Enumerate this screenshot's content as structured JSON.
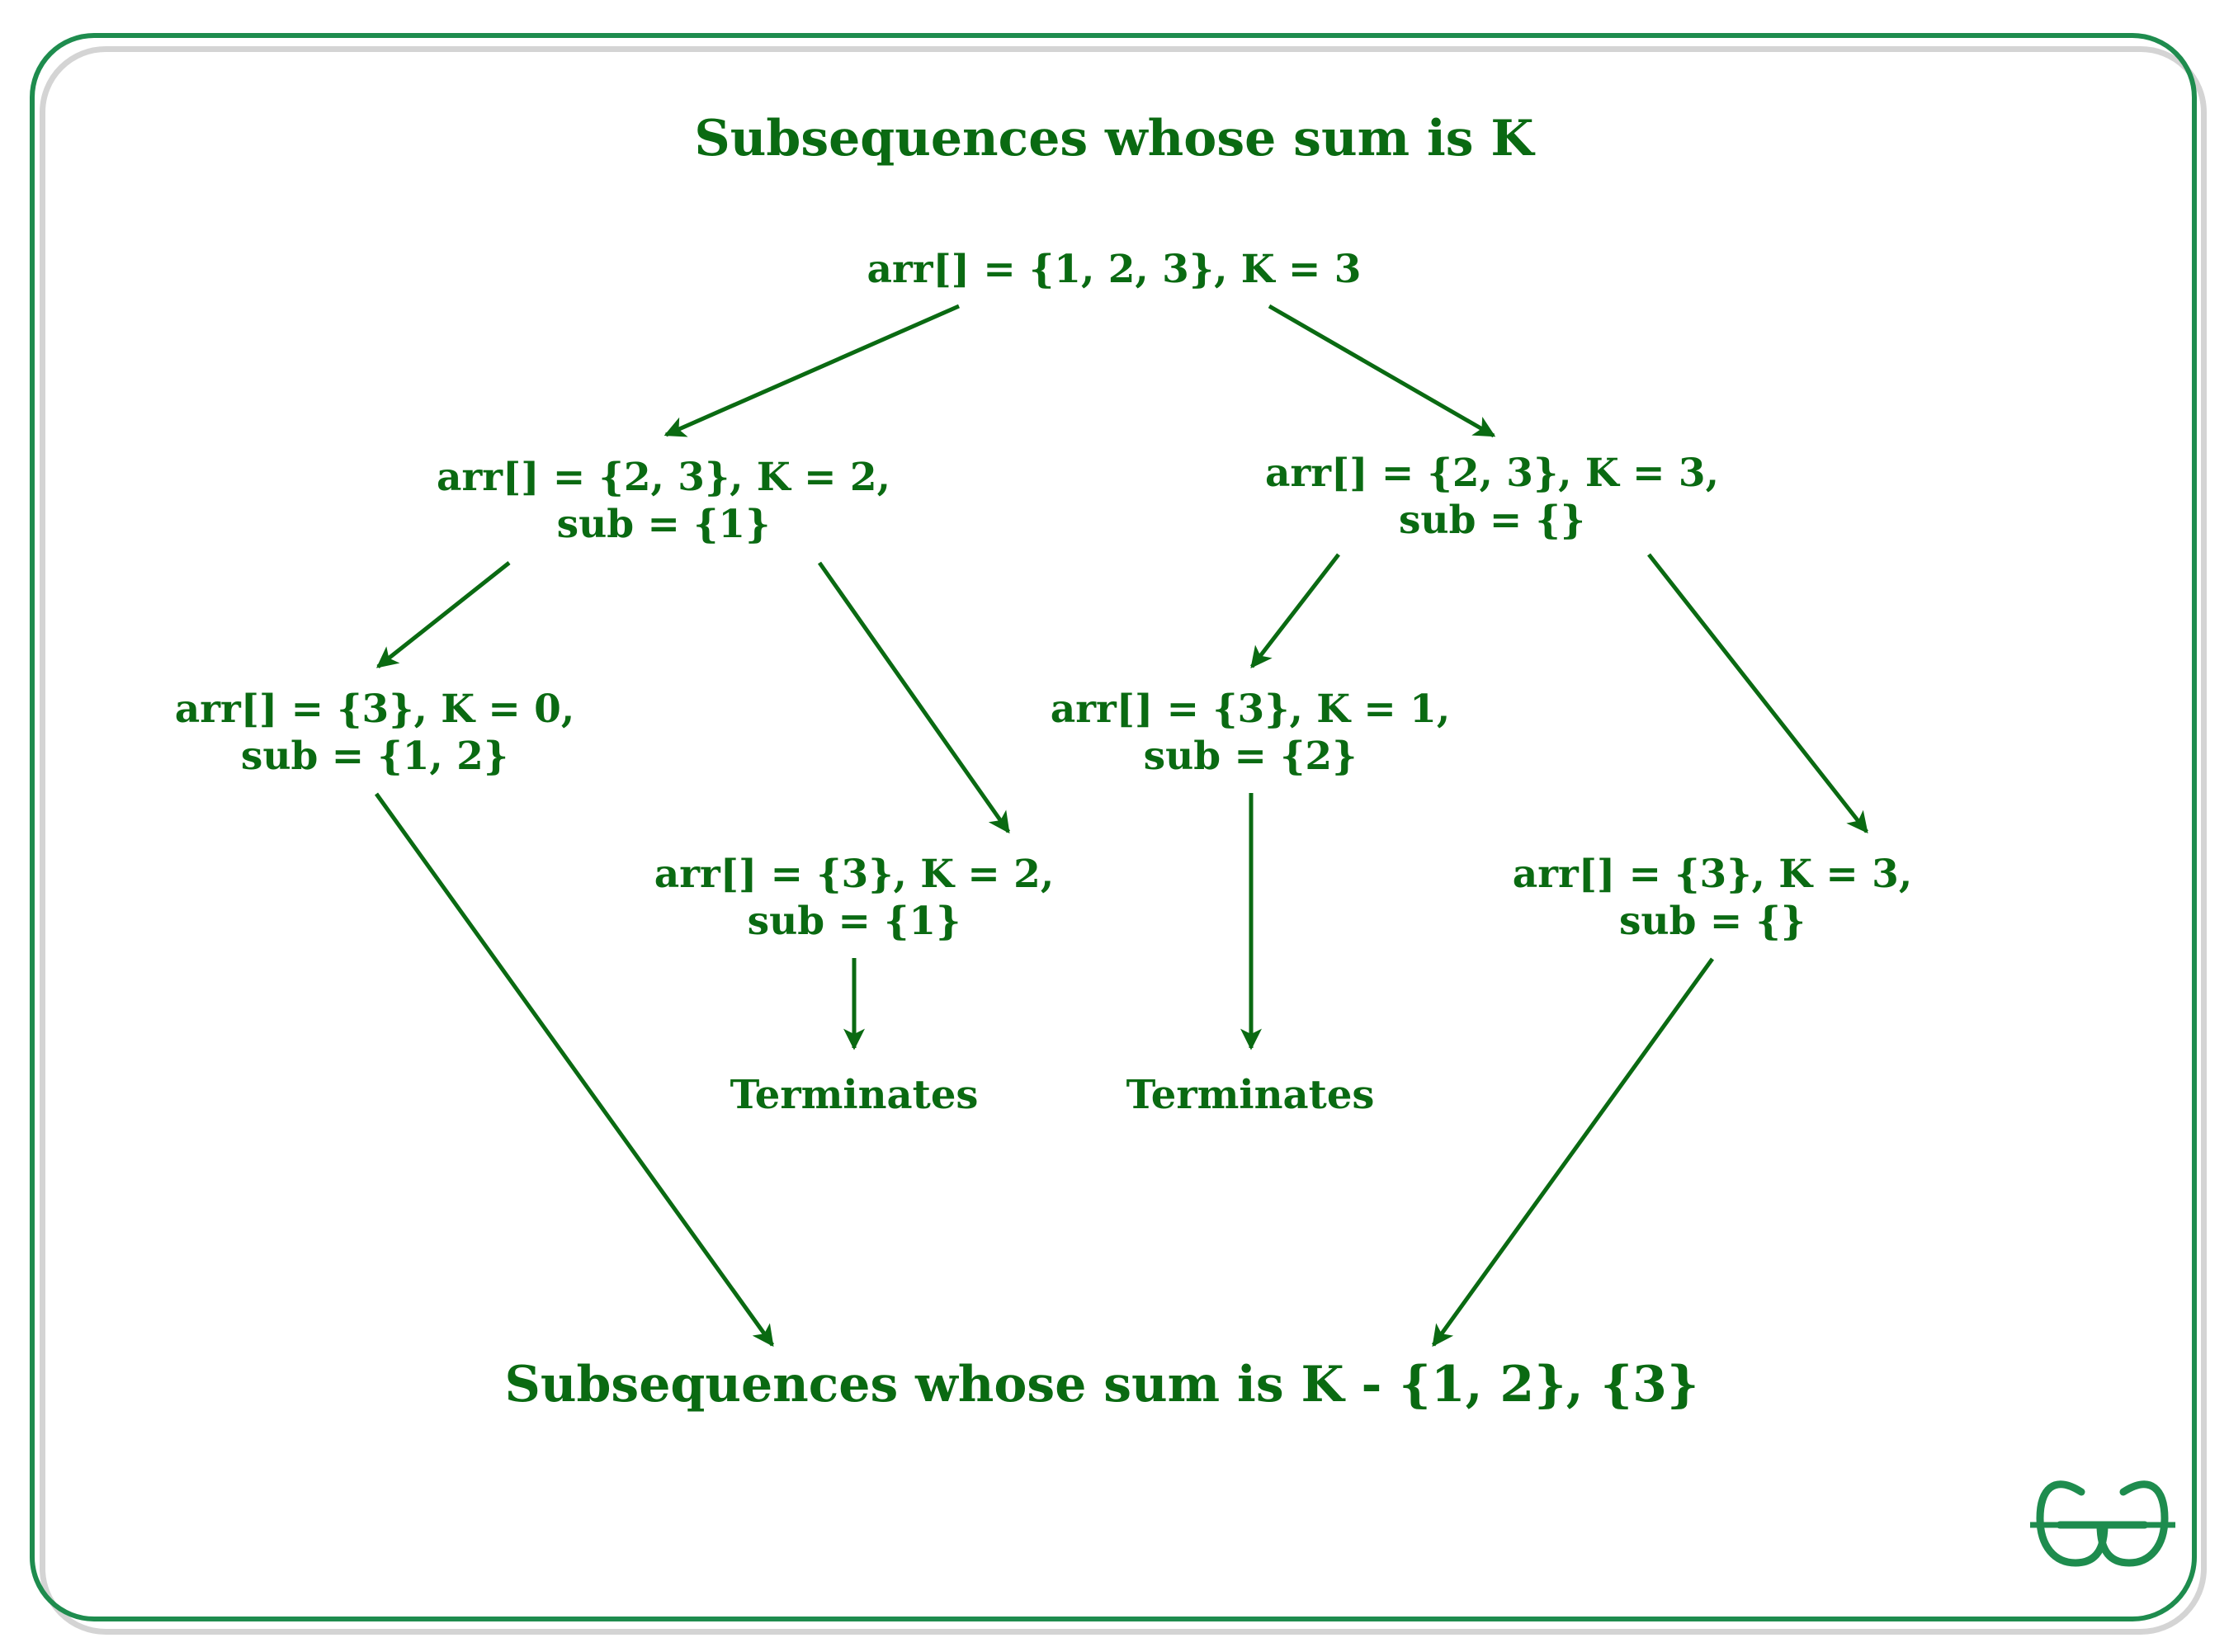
{
  "title": "Subsequences whose sum is K",
  "nodes": {
    "root": {
      "line1": "arr[] = {1, 2, 3},   K = 3"
    },
    "left": {
      "line1": "arr[] = {2, 3},   K = 2,",
      "line2": "sub = {1}"
    },
    "right": {
      "line1": "arr[] = {2, 3},   K = 3,",
      "line2": "sub = {}"
    },
    "left_left": {
      "line1": "arr[] = {3},   K = 0,",
      "line2": "sub = {1, 2}"
    },
    "left_right": {
      "line1": "arr[] = {3},   K = 2,",
      "line2": "sub = {1}"
    },
    "right_left": {
      "line1": "arr[] = {3},   K = 1,",
      "line2": "sub = {2}"
    },
    "right_right": {
      "line1": "arr[] = {3},   K = 3,",
      "line2": "sub = {}"
    }
  },
  "terminal_labels": [
    "Terminates",
    "Terminates"
  ],
  "result": "Subsequences whose sum is K -  {1, 2},  {3}",
  "logo": "GfG",
  "colors": {
    "text": "#0a6a12",
    "frame": "#1e8c4e",
    "logo": "#1e8c4e"
  }
}
